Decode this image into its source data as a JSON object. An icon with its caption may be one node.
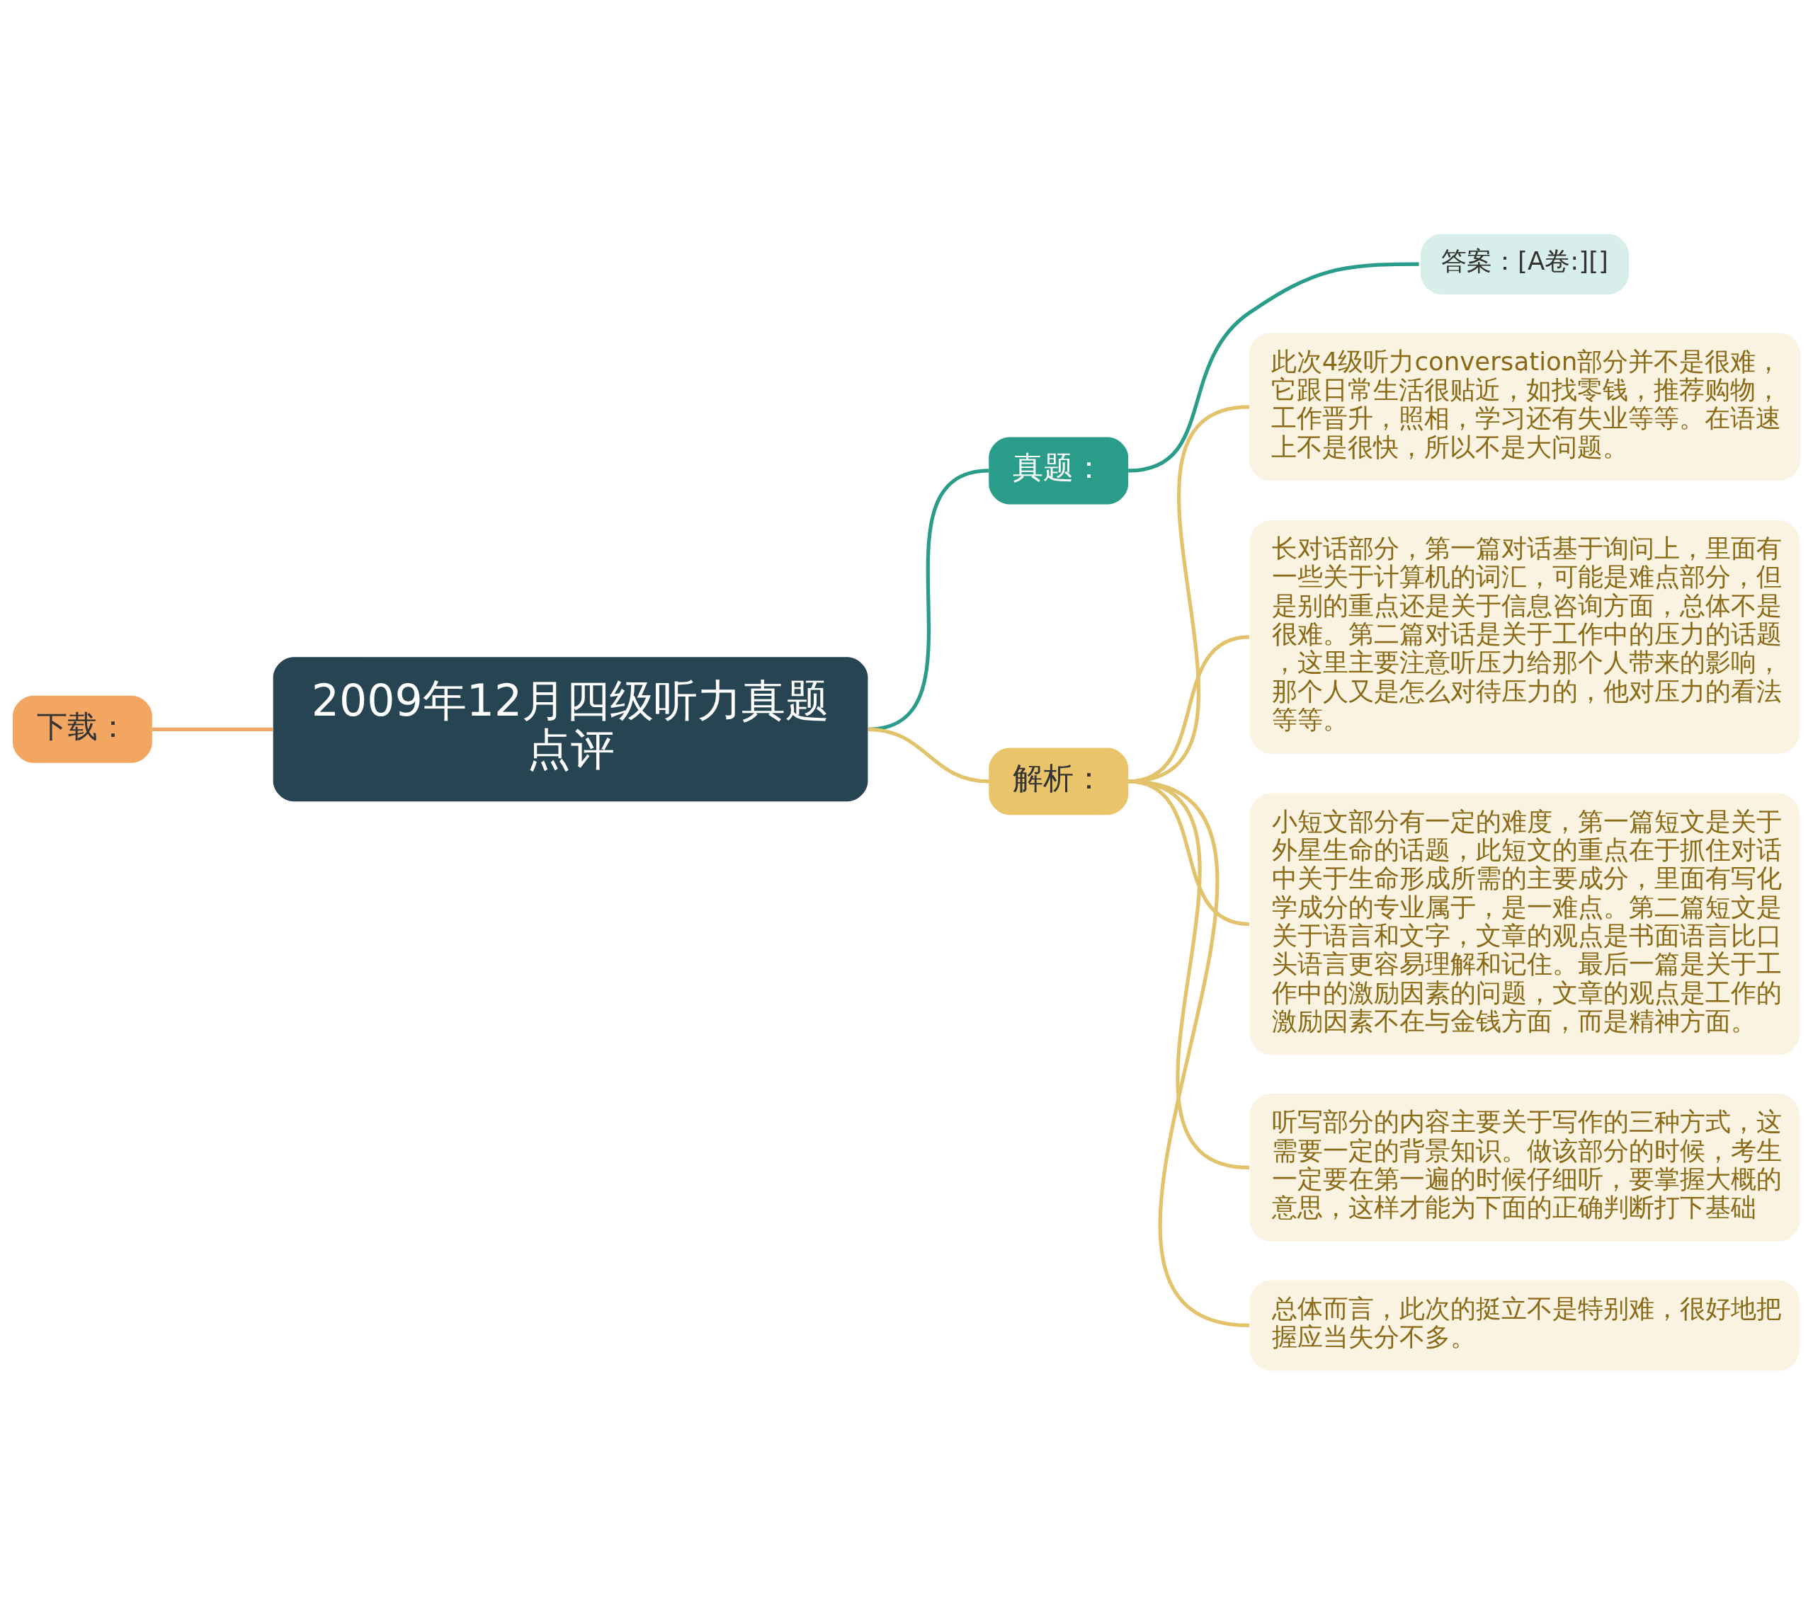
{
  "diagram": {
    "nodes": [
      {
        "text": [
          "2009年12月四级听力真题点评"
        ]
      },
      {
        "text": [
          "下载："
        ]
      },
      {
        "text": [
          "真题："
        ]
      },
      {
        "text": [
          "答案：[A卷:][]"
        ]
      },
      {
        "text": [
          "解析："
        ]
      },
      {
        "text": [
          "此次4级听力conversation部分并不是很难，它跟日常生活很贴近，如找零钱，推荐购物，工作晋升，照相，学习还有失业等等。在语速上不是很快，所以不是大问题。"
        ]
      },
      {
        "text": [
          "长对话部分，第一篇对话基于询问上，里面有一些关于计算机的词汇，可能是难点部分，但是别的重点还是关于信息咨询方面，总体不是很难。第二篇对话是关于工作中的压力的话题，这里主要注意听压力给那个人带来的影响，那个人又是怎么对待压力的，他对压力的看法等等。"
        ]
      },
      {
        "text": [
          "小短文部分有一定的难度，第一篇短文是关于外星生命的话题，此短文的重点在于抓住对话中关于生命形成所需的主要成分，里面有写化学成分的专业属于，是一难点。第二篇短文是关于语言和文字，文章的观点是书面语言比口头语言更容易理解和记住。最后一篇是关于工作中的激励因素的问题，文章的观点是工作的激励因素不在与金钱方面，而是精神方面。"
        ]
      },
      {
        "text": [
          "听写部分的内容主要关于写作的三种方式，这需要一定的背景知识。做该部分的时候，考生一定要在第一遍的时候仔细听，要掌握大概的意思，这样才能为下面的正确判断打下基础"
        ]
      },
      {
        "text": [
          "总体而言，此次的挺立不是特别难，很好地把握应当失分不多。"
        ]
      }
    ],
    "edges": [
      {
        "from": 1,
        "to": 0,
        "arrow": "none",
        "color": "#f0a868"
      },
      {
        "from": 0,
        "to": 2,
        "arrow": "none",
        "color": "#2a9d8a"
      },
      {
        "from": 2,
        "to": 3,
        "arrow": "none",
        "color": "#2a9d8a"
      },
      {
        "from": 0,
        "to": 4,
        "arrow": "none"
      },
      {
        "from": 4,
        "to": 5,
        "arrow": "none"
      },
      {
        "from": 4,
        "to": 6,
        "arrow": "none"
      },
      {
        "from": 4,
        "to": 7,
        "arrow": "none"
      },
      {
        "from": 4,
        "to": 8,
        "arrow": "none"
      },
      {
        "from": 4,
        "to": 9,
        "arrow": "none"
      }
    ]
  }
}
